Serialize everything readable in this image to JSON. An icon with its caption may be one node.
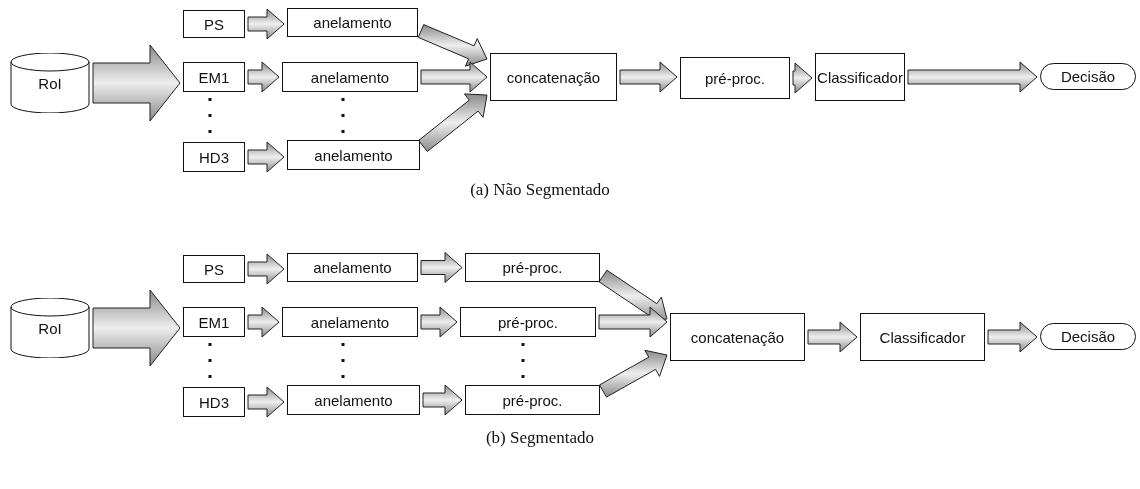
{
  "diagram": {
    "nodes": [
      {
        "text": [
          "RoI"
        ]
      },
      {
        "text": [
          "PS"
        ]
      },
      {
        "text": [
          "EM1"
        ]
      },
      {
        "text": [
          "HD3"
        ]
      },
      {
        "text": [
          "anelamento"
        ]
      },
      {
        "text": [
          "anelamento"
        ]
      },
      {
        "text": [
          "anelamento"
        ]
      },
      {
        "text": [
          "concatenação"
        ]
      },
      {
        "text": [
          "pré-proc."
        ]
      },
      {
        "text": [
          "Classificador"
        ]
      },
      {
        "text": [
          "Decisão"
        ]
      },
      {
        "text": [
          "RoI"
        ]
      },
      {
        "text": [
          "PS"
        ]
      },
      {
        "text": [
          "EM1"
        ]
      },
      {
        "text": [
          "HD3"
        ]
      },
      {
        "text": [
          "anelamento"
        ]
      },
      {
        "text": [
          "anelamento"
        ]
      },
      {
        "text": [
          "anelamento"
        ]
      },
      {
        "text": [
          "pré-proc."
        ]
      },
      {
        "text": [
          "pré-proc."
        ]
      },
      {
        "text": [
          "pré-proc."
        ]
      },
      {
        "text": [
          "concatenação"
        ]
      },
      {
        "text": [
          "Classificador"
        ]
      },
      {
        "text": [
          "Decisão"
        ]
      }
    ],
    "edges": [
      {
        "from": 0,
        "to": 2,
        "arrow": "to",
        "style": "thick"
      },
      {
        "from": 1,
        "to": 4,
        "arrow": "to"
      },
      {
        "from": 2,
        "to": 5,
        "arrow": "to"
      },
      {
        "from": 3,
        "to": 6,
        "arrow": "to"
      },
      {
        "from": 4,
        "to": 7,
        "arrow": "to"
      },
      {
        "from": 5,
        "to": 7,
        "arrow": "to"
      },
      {
        "from": 6,
        "to": 7,
        "arrow": "to"
      },
      {
        "from": 7,
        "to": 8,
        "arrow": "to"
      },
      {
        "from": 8,
        "to": 9,
        "arrow": "to"
      },
      {
        "from": 9,
        "to": 10,
        "arrow": "to"
      },
      {
        "from": 11,
        "to": 13,
        "arrow": "to",
        "style": "thick"
      },
      {
        "from": 12,
        "to": 15,
        "arrow": "to"
      },
      {
        "from": 13,
        "to": 16,
        "arrow": "to"
      },
      {
        "from": 14,
        "to": 17,
        "arrow": "to"
      },
      {
        "from": 15,
        "to": 18,
        "arrow": "to"
      },
      {
        "from": 16,
        "to": 19,
        "arrow": "to"
      },
      {
        "from": 17,
        "to": 20,
        "arrow": "to"
      },
      {
        "from": 18,
        "to": 21,
        "arrow": "to"
      },
      {
        "from": 19,
        "to": 21,
        "arrow": "to"
      },
      {
        "from": 20,
        "to": 21,
        "arrow": "to"
      },
      {
        "from": 21,
        "to": 22,
        "arrow": "to"
      },
      {
        "from": 22,
        "to": 23,
        "arrow": "to"
      }
    ],
    "labels": [
      "(a) Não Segmentado",
      "(b) Segmentado"
    ]
  }
}
